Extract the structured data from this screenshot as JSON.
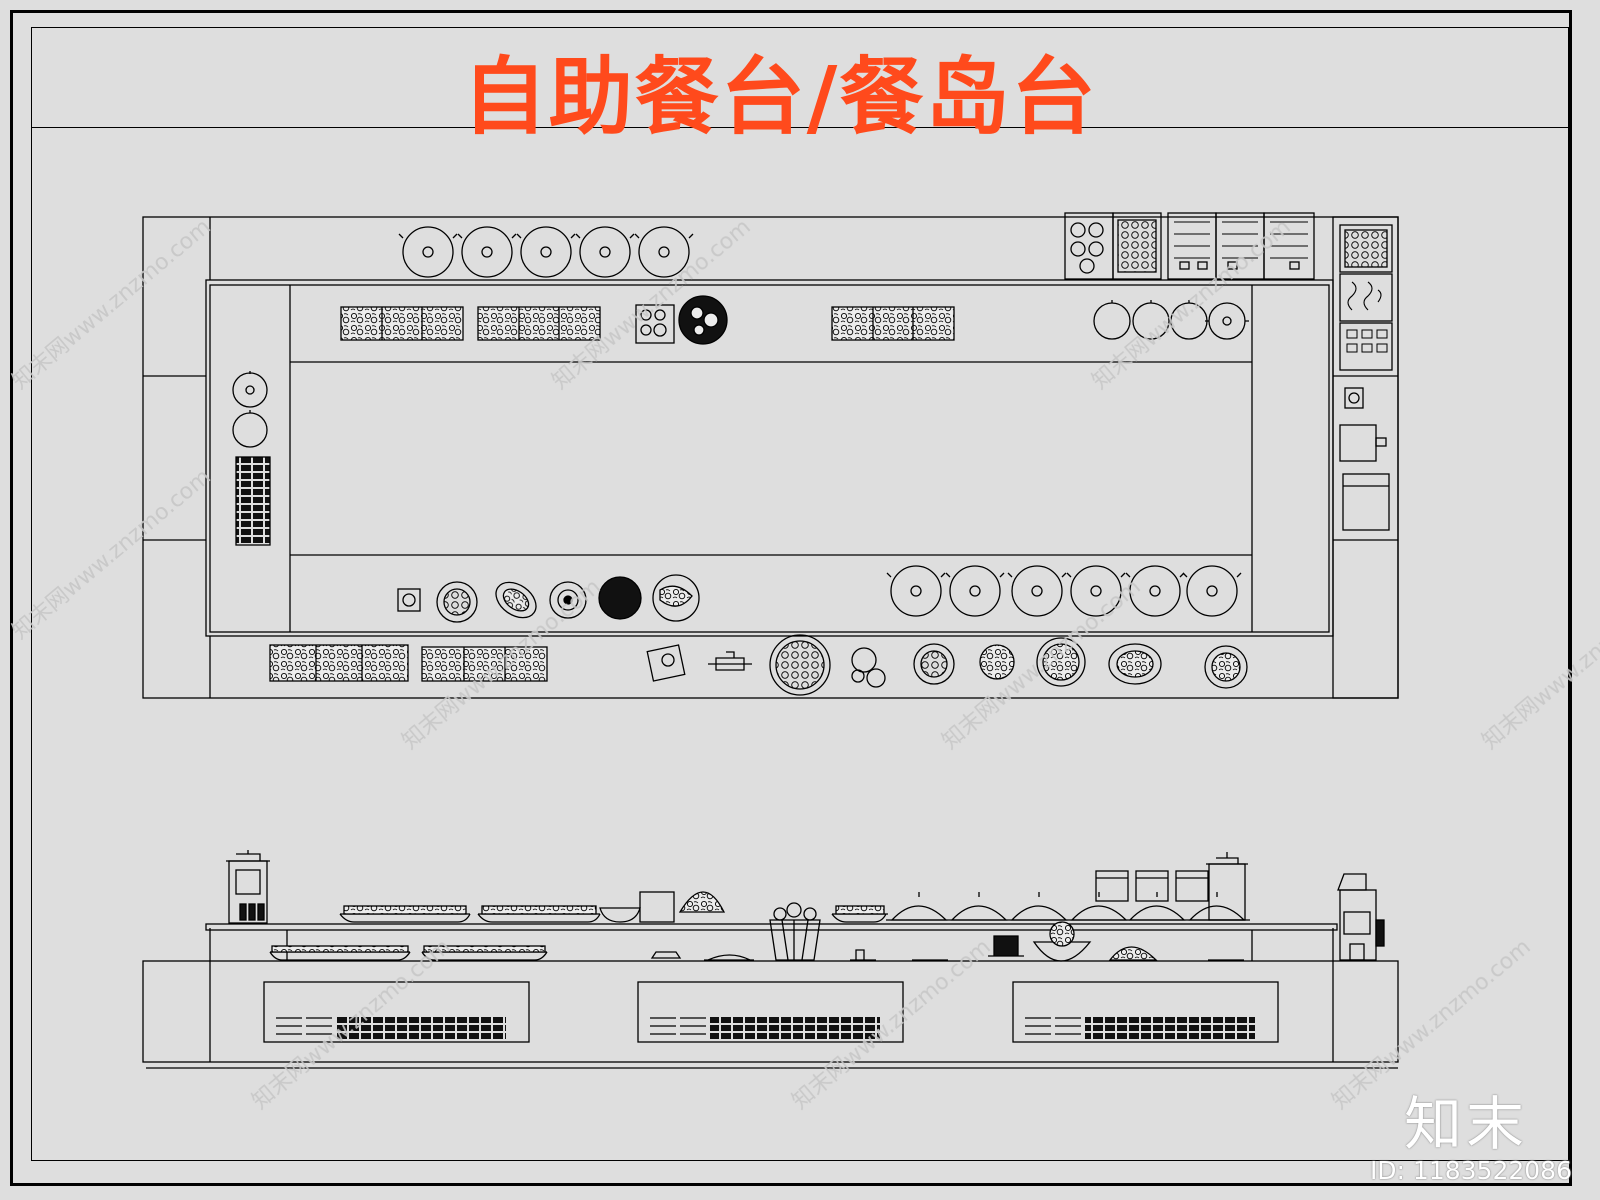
{
  "header": {
    "title": "自助餐台/餐岛台",
    "title_color": "#ff4a1c"
  },
  "colors": {
    "background": "#dedede",
    "line": "#000000",
    "watermark": "#c4c4c4"
  },
  "views": {
    "plan": {
      "name": "plan-view"
    },
    "elevation": {
      "name": "front-elevation"
    }
  },
  "watermark": {
    "text": "知末网www.znzmo.com",
    "logo_text": "知末",
    "id_text": "ID: 1183522086"
  }
}
